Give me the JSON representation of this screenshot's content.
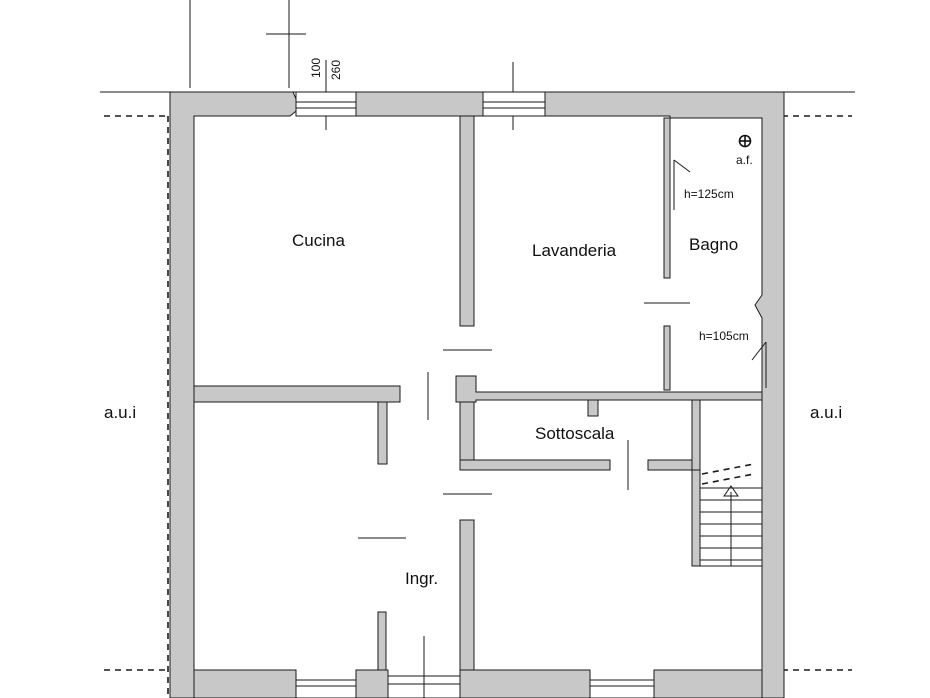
{
  "rooms": {
    "cucina": "Cucina",
    "lavanderia": "Lavanderia",
    "bagno": "Bagno",
    "sottoscala": "Sottoscala",
    "ingresso": "Ingr."
  },
  "annotations": {
    "aui_left": "a.u.i",
    "aui_right": "a.u.i",
    "af": "a.f.",
    "h125": "h=125cm",
    "h105": "h=105cm",
    "dim_100": "100",
    "dim_260": "260"
  }
}
